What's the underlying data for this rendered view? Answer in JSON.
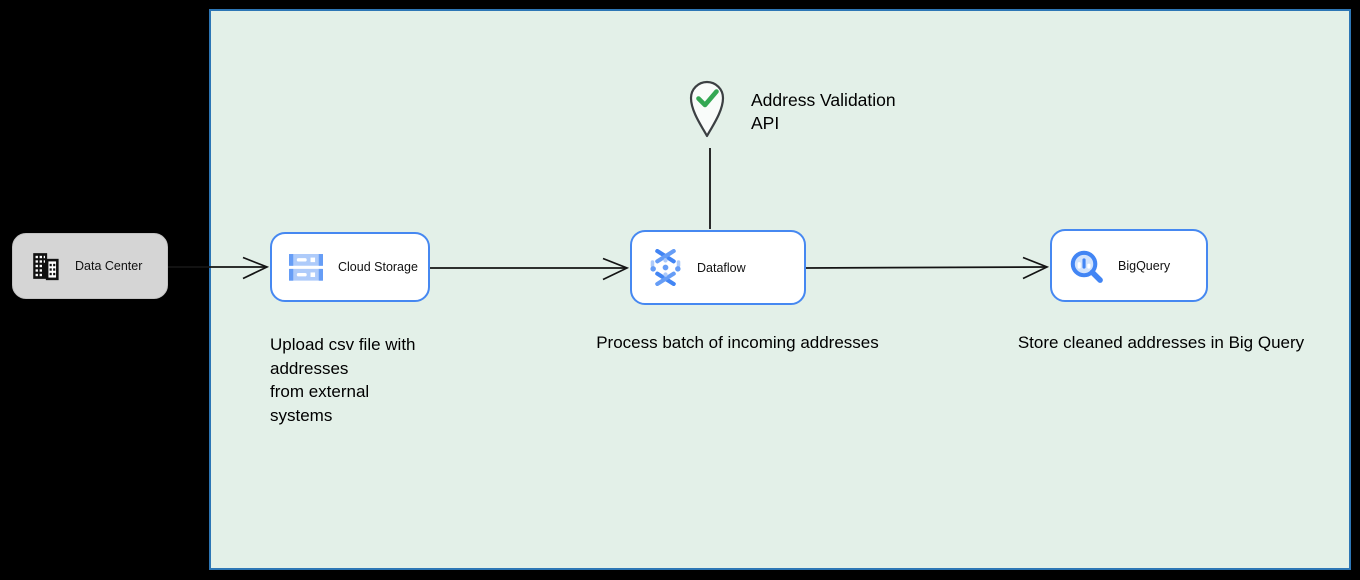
{
  "diagram": {
    "type": "cloud-architecture-flow",
    "nodes": [
      {
        "id": "data-center",
        "label": "Data Center",
        "icon": "building-icon"
      },
      {
        "id": "cloud-storage",
        "label": "Cloud Storage",
        "icon": "cloud-storage-icon"
      },
      {
        "id": "dataflow",
        "label": "Dataflow",
        "icon": "dataflow-icon"
      },
      {
        "id": "bigquery",
        "label": "BigQuery",
        "icon": "bigquery-icon"
      }
    ],
    "marker": {
      "icon": "map-pin-check-icon",
      "label": "Address Validation\nAPI"
    },
    "notes": {
      "upload": "Upload csv file with\naddresses\nfrom external\nsystems",
      "process": "Process batch of incoming addresses",
      "store": "Store cleaned addresses in Big Query"
    },
    "edges": [
      {
        "from": "data-center",
        "to": "cloud-storage",
        "style": "open-arrow"
      },
      {
        "from": "cloud-storage",
        "to": "dataflow",
        "style": "open-arrow"
      },
      {
        "from": "dataflow",
        "to": "bigquery",
        "style": "open-arrow"
      },
      {
        "from": "address-validation-marker",
        "to": "dataflow",
        "style": "plain-line"
      }
    ],
    "colors": {
      "canvas_background": "#000000",
      "panel_fill": "#e3f0e8",
      "panel_border": "#2d76b5",
      "node_fill": "#ffffff",
      "node_border": "#4688f1",
      "data_center_fill": "#d5d5d5",
      "edge_stroke": "#141414",
      "icon_blue": "#4285f4",
      "icon_blue_mid": "#669df6",
      "icon_blue_light": "#aecbfa",
      "lens_fill": "#d2e3fc",
      "check_green": "#34a853",
      "pin_outline": "#3c4043",
      "text_color": "#000000"
    }
  }
}
